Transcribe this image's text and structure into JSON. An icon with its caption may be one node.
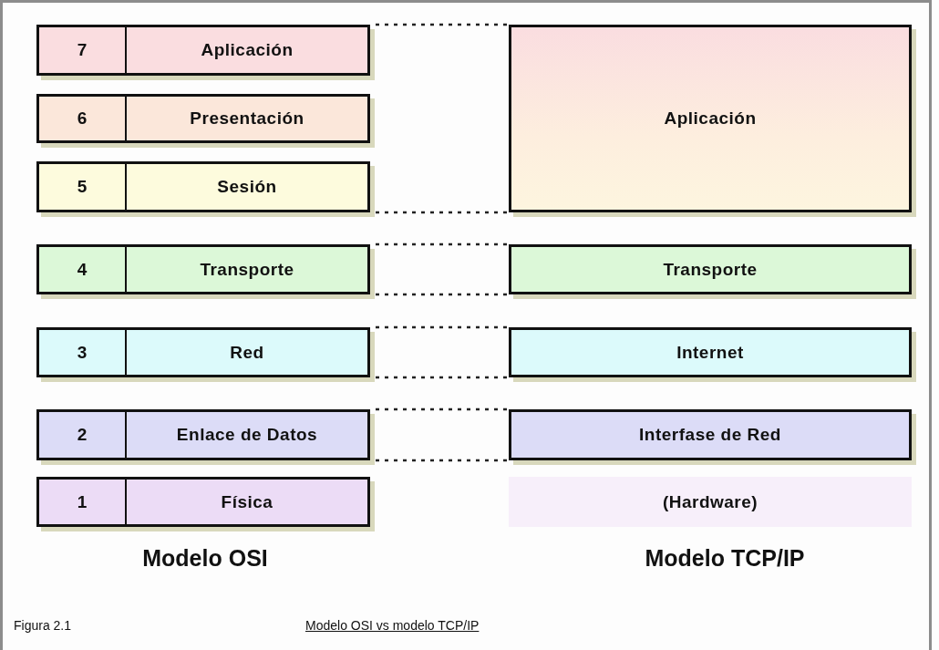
{
  "diagram": {
    "caption": "Modelo OSI vs modelo TCP/IP",
    "nodes": [
      {
        "text": [
          "7",
          "Aplicación"
        ]
      },
      {
        "text": [
          "6",
          "Presentación"
        ]
      },
      {
        "text": [
          "5",
          "Sesión"
        ]
      },
      {
        "text": [
          "4",
          "Transporte"
        ]
      },
      {
        "text": [
          "3",
          "Red"
        ]
      },
      {
        "text": [
          "2",
          "Enlace de Datos"
        ]
      },
      {
        "text": [
          "1",
          "Física"
        ]
      },
      {
        "text": [
          "Aplicación"
        ]
      },
      {
        "text": [
          "Transporte"
        ]
      },
      {
        "text": [
          "Internet"
        ]
      },
      {
        "text": [
          "Interfase de Red"
        ]
      },
      {
        "text": [
          "(Hardware)"
        ]
      }
    ],
    "edges": [
      {
        "from": 0,
        "to": 7,
        "arrow": "none",
        "style": "dashed"
      },
      {
        "from": 2,
        "to": 7,
        "arrow": "none",
        "style": "dashed"
      },
      {
        "from": 3,
        "to": 8,
        "arrow": "none",
        "style": "dashed"
      },
      {
        "from": 3,
        "to": 8,
        "arrow": "none",
        "style": "dashed"
      },
      {
        "from": 4,
        "to": 9,
        "arrow": "none",
        "style": "dashed"
      },
      {
        "from": 4,
        "to": 9,
        "arrow": "none",
        "style": "dashed"
      },
      {
        "from": 5,
        "to": 10,
        "arrow": "none",
        "style": "dashed"
      },
      {
        "from": 5,
        "to": 10,
        "arrow": "none",
        "style": "dashed"
      }
    ],
    "labels": [
      "Modelo OSI",
      "Modelo TCP/IP",
      "Figura 2.1"
    ]
  }
}
